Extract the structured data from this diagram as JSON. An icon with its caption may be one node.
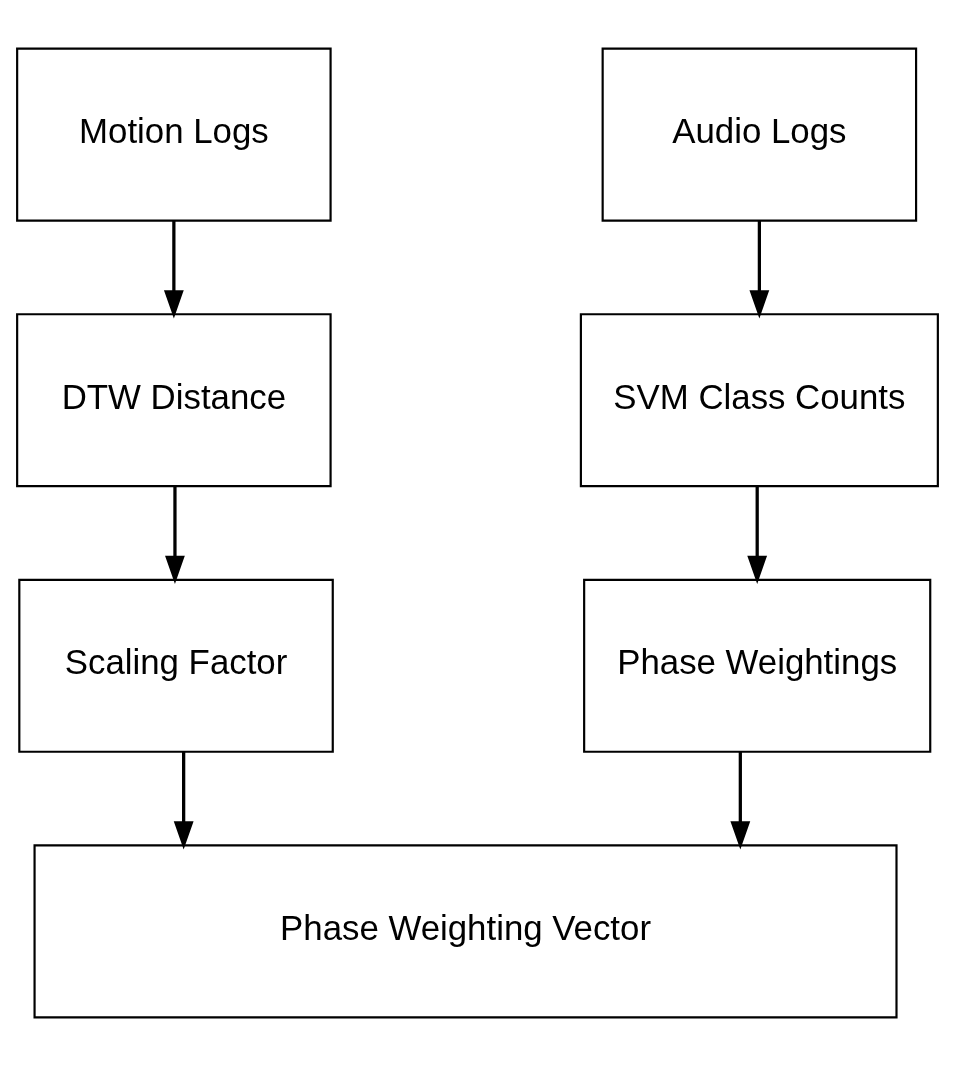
{
  "diagram": {
    "nodes": [
      {
        "text": [
          "Motion Logs"
        ]
      },
      {
        "text": [
          "Audio Logs"
        ]
      },
      {
        "text": [
          "DTW Distance"
        ]
      },
      {
        "text": [
          "SVM Class Counts"
        ]
      },
      {
        "text": [
          "Scaling Factor"
        ]
      },
      {
        "text": [
          "Phase Weightings"
        ]
      },
      {
        "text": [
          "Phase Weighting Vector"
        ]
      }
    ],
    "edges": [
      {
        "from": 0,
        "to": 2,
        "arrow": "to"
      },
      {
        "from": 1,
        "to": 3,
        "arrow": "to"
      },
      {
        "from": 2,
        "to": 4,
        "arrow": "to"
      },
      {
        "from": 3,
        "to": 5,
        "arrow": "to"
      },
      {
        "from": 4,
        "to": 6,
        "arrow": "to"
      },
      {
        "from": 5,
        "to": 6,
        "arrow": "to"
      }
    ]
  }
}
